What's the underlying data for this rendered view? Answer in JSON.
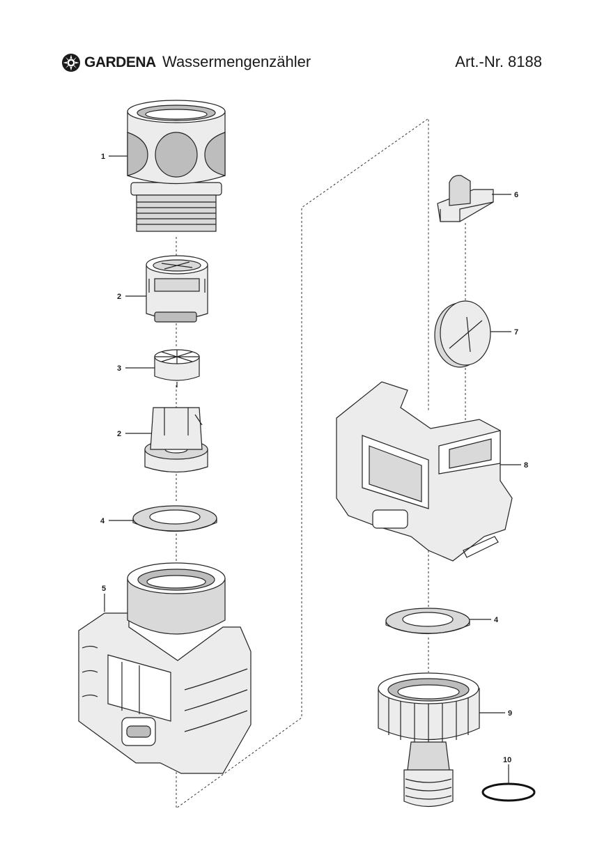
{
  "header": {
    "brand": "GARDENA",
    "product": "Wassermengenzähler",
    "article": "Art.-Nr. 8188"
  },
  "parts": [
    {
      "id": "part-1",
      "label": "1"
    },
    {
      "id": "part-2a",
      "label": "2"
    },
    {
      "id": "part-3",
      "label": "3"
    },
    {
      "id": "part-2b",
      "label": "2"
    },
    {
      "id": "part-4a",
      "label": "4"
    },
    {
      "id": "part-5",
      "label": "5"
    },
    {
      "id": "part-6",
      "label": "6"
    },
    {
      "id": "part-7",
      "label": "7"
    },
    {
      "id": "part-8",
      "label": "8"
    },
    {
      "id": "part-4b",
      "label": "4"
    },
    {
      "id": "part-9",
      "label": "9"
    },
    {
      "id": "part-10",
      "label": "10"
    }
  ],
  "icons": {
    "logo": "gardena-flower-logo"
  }
}
